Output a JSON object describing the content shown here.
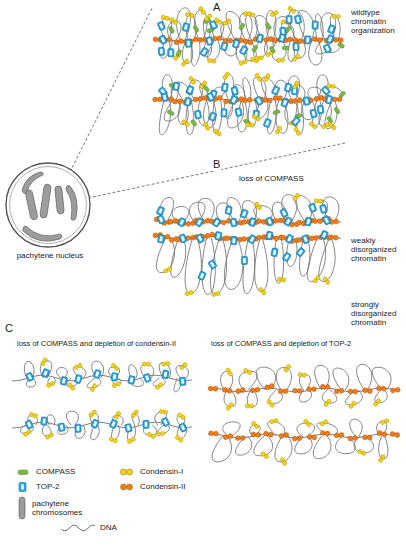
{
  "diagram": {
    "labels": [
      "A",
      "wildtype chromatin organization",
      "pachytene nucleus",
      "B",
      "loss of COMPASS",
      "weakly disorganized chromatin",
      "strongly disorganized chromatin",
      "C",
      "loss of COMPASS and depletion of condensin-II",
      "loss of COMPASS and depletion of TOP-2"
    ],
    "legend": [
      {
        "text": "COMPASS",
        "color": "#7ab648"
      },
      {
        "text": "Condensin-I",
        "color": "#f5d31c"
      },
      {
        "text": "TOP-2",
        "color": "#29a8e0"
      },
      {
        "text": "Condensin-II",
        "color": "#f07d1a"
      },
      {
        "text": "pachytene chromosomes"
      },
      {
        "text": "DNA"
      }
    ]
  }
}
